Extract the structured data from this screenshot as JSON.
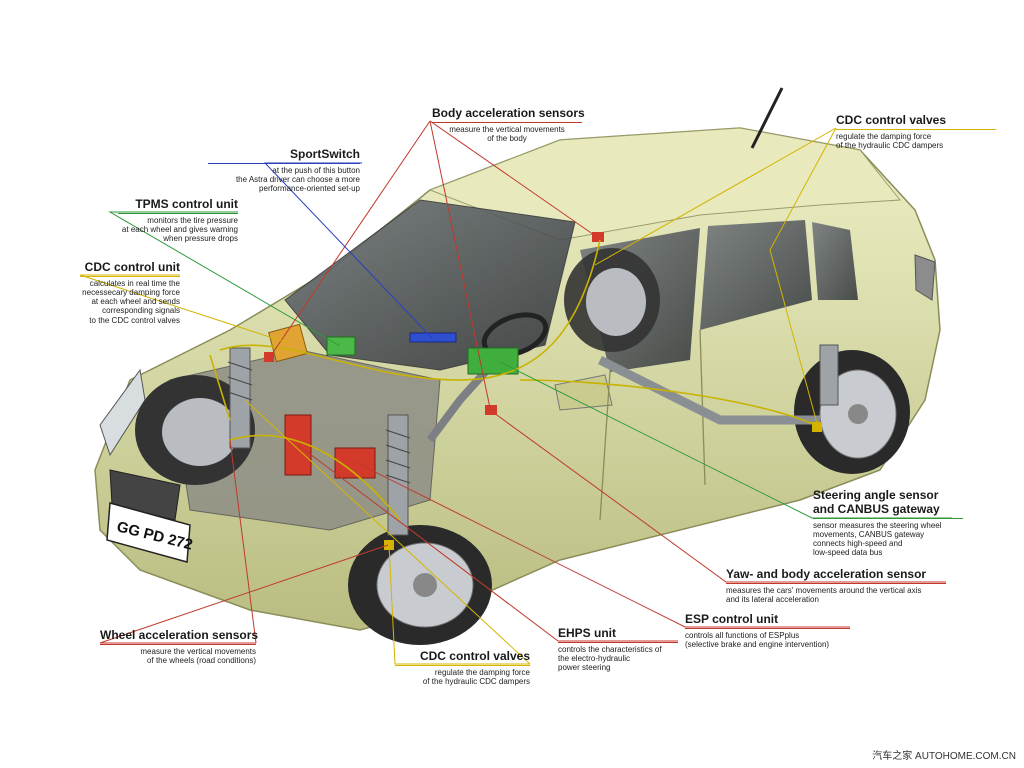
{
  "components": [
    {
      "id": "body-accel",
      "title": "Body acceleration sensors",
      "desc": "measure the vertical movements\nof the body",
      "color": "#c0392b"
    },
    {
      "id": "cdc-valves-top",
      "title": "CDC control valves",
      "desc": "regulate the damping force\nof the hydraulic CDC dampers",
      "color": "#d4b400"
    },
    {
      "id": "sportswitch",
      "title": "SportSwitch",
      "desc": "at the push of this button\nthe Astra driver can choose a more\nperformance-oriented set-up",
      "color": "#2a3fbf"
    },
    {
      "id": "tpms",
      "title": "TPMS control unit",
      "desc": "monitors the tire pressure\nat each wheel and gives warning\nwhen pressure drops",
      "color": "#2e9a3a"
    },
    {
      "id": "cdc-unit",
      "title": "CDC control unit",
      "desc": "calculates in real time the\nnecessecary damping force\nat each wheel and sends\ncorresponding signals\nto the CDC control valves",
      "color": "#d4b400"
    },
    {
      "id": "steering-angle",
      "title": "Steering angle sensor\nand CANBUS gateway",
      "desc": "sensor measures the steering wheel\nmovements, CANBUS gateway\nconnects high-speed and\nlow-speed data bus",
      "color": "#2e9a3a"
    },
    {
      "id": "yaw",
      "title": "Yaw- and body acceleration sensor",
      "desc": "measures the cars' movements around the vertical axis\nand its lateral acceleration",
      "color": "#c0392b"
    },
    {
      "id": "esp",
      "title": "ESP control unit",
      "desc": "controls all functions of ESPplus\n(selective brake and engine intervention)",
      "color": "#c0392b"
    },
    {
      "id": "ehps",
      "title": "EHPS unit",
      "desc": "controls the characteristics of\nthe electro-hydraulic\npower steering",
      "color": "#c0392b"
    },
    {
      "id": "wheel-accel",
      "title": "Wheel acceleration sensors",
      "desc": "measure the vertical movements\nof the wheels (road conditions)",
      "color": "#c0392b"
    },
    {
      "id": "cdc-valves-bottom",
      "title": "CDC control valves",
      "desc": "regulate the damping force\nof the hydraulic CDC dampers",
      "color": "#d4b400"
    }
  ],
  "license_plate": "GG PD 272",
  "watermark": "汽车之家 AUTOHOME.COM.CN",
  "colors": {
    "body": "#d9dba0",
    "body_dark": "#b4b878",
    "glass": "#4a4f55",
    "tire": "#2a2a2a",
    "accent_red": "#d43a2a"
  }
}
